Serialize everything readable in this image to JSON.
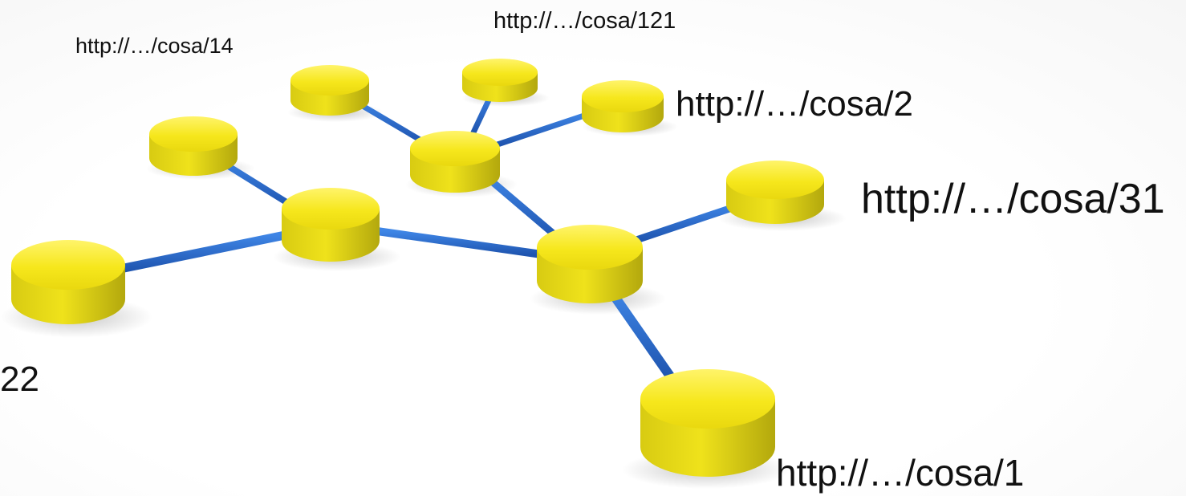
{
  "diagram": {
    "node_color": "#f5e61a",
    "node_side_color": "#b8ae12",
    "edge_color": "#2f6fd0",
    "labels": {
      "cosa_14": "http://…/cosa/14",
      "cosa_121": "http://…/cosa/121",
      "cosa_2": "http://…/cosa/2",
      "cosa_31": "http://…/cosa/31",
      "cosa_22": "22",
      "cosa_1": "http://…/cosa/1"
    }
  }
}
